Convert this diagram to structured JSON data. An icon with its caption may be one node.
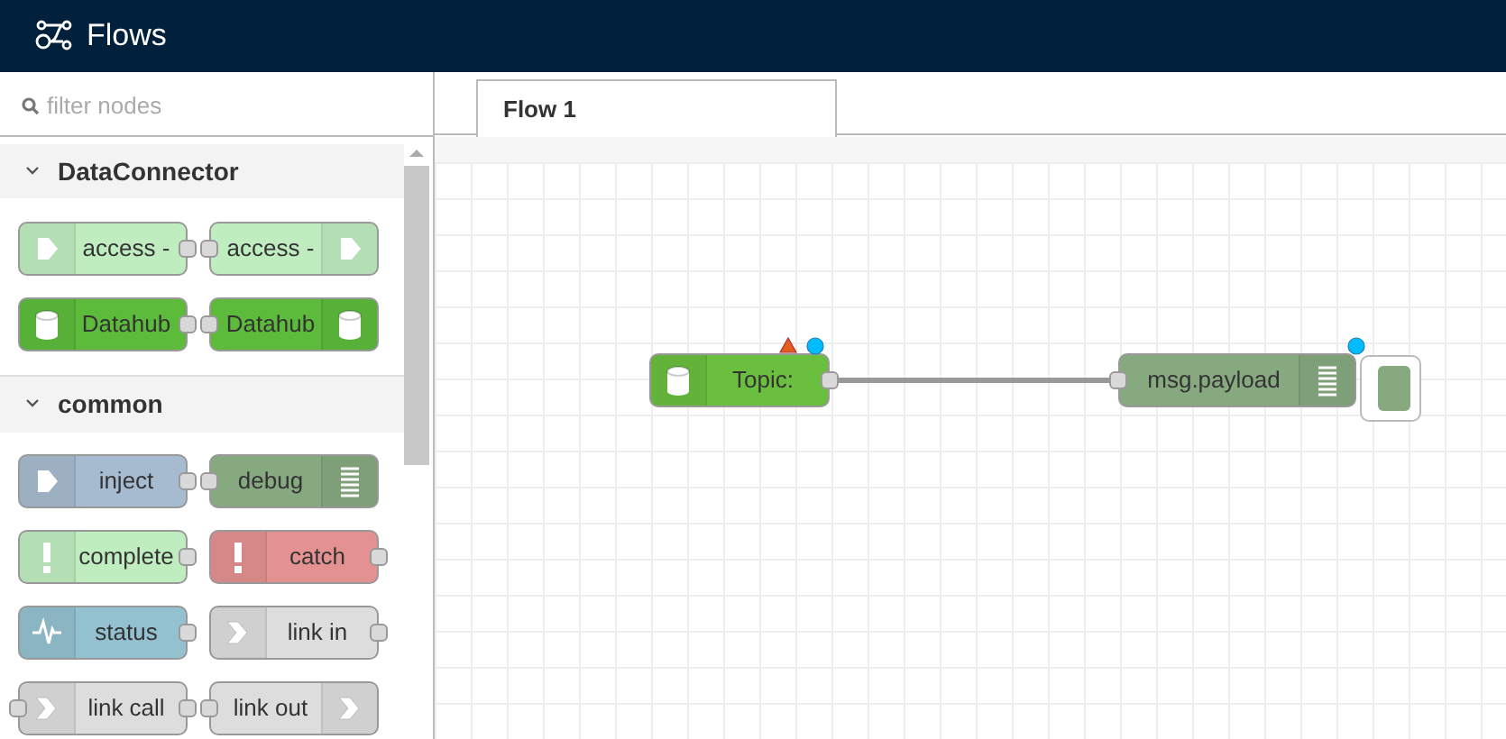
{
  "diagram": {
    "title": "Flows",
    "nodes": [
      {
        "text": [
          "access -"
        ]
      },
      {
        "text": [
          "access -"
        ]
      },
      {
        "text": [
          "Datahub"
        ]
      },
      {
        "text": [
          "Datahub"
        ]
      },
      {
        "text": [
          "inject"
        ]
      },
      {
        "text": [
          "debug"
        ]
      },
      {
        "text": [
          "complete"
        ]
      },
      {
        "text": [
          "catch"
        ]
      },
      {
        "text": [
          "status"
        ]
      },
      {
        "text": [
          "link in"
        ]
      },
      {
        "text": [
          "link call"
        ]
      },
      {
        "text": [
          "link out"
        ]
      },
      {
        "text": [
          "Topic:"
        ]
      },
      {
        "text": [
          "msg.payload"
        ]
      }
    ],
    "edges": [
      {
        "from": 12,
        "to": 13,
        "arrow": "none"
      }
    ],
    "labels": [
      "filter nodes",
      "Flow 1",
      "DataConnector",
      "common"
    ]
  }
}
